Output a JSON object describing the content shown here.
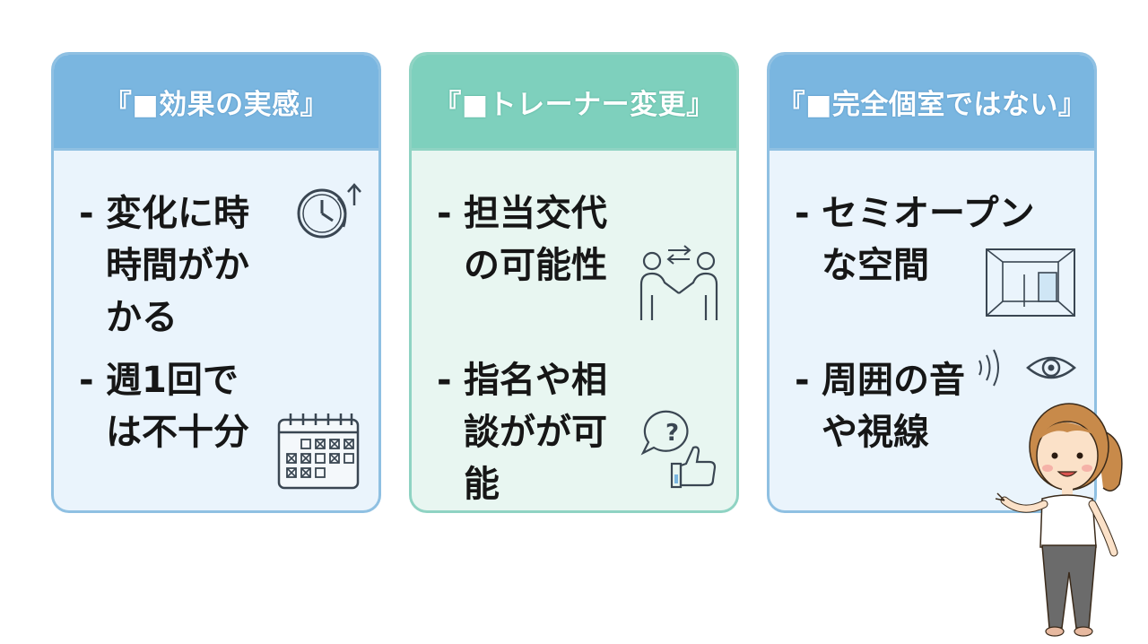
{
  "cards": [
    {
      "title": "『■効果の実感』",
      "items": [
        {
          "dash": "-",
          "text": "変化に時時間がかかる"
        },
        {
          "dash": "-",
          "text": "週1回では不十分"
        }
      ]
    },
    {
      "title": "『■トレーナー変更』",
      "items": [
        {
          "dash": "-",
          "text": "担当交代の可能性"
        },
        {
          "dash": "-",
          "text": "指名や相談がが可能"
        }
      ]
    },
    {
      "title": "『■完全個室ではない』",
      "items": [
        {
          "dash": "-",
          "text": "セミオープンな空間"
        },
        {
          "dash": "-",
          "text": "周囲の音や視線"
        }
      ]
    }
  ],
  "colors": {
    "blue_header": "#7ab6e0",
    "teal_header": "#7ed0bd",
    "blue_body": "#eaf4fc",
    "teal_body": "#e8f6f1"
  },
  "icons": [
    "clock-arrow-icon",
    "calendar-icon",
    "handshake-exchange-icon",
    "question-thumbs-up-icon",
    "open-room-icon",
    "sound-eye-icon"
  ]
}
